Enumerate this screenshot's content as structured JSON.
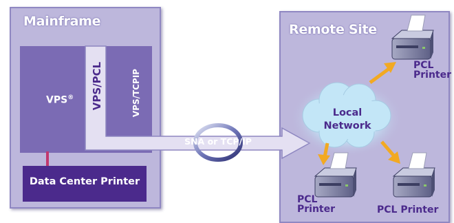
{
  "mainframe": {
    "title": "Mainframe",
    "vps_label": "VPS",
    "vps_mark": "®",
    "vps_pcl_label": "VPS/PCL",
    "vps_tcpip_label": "VPS/TCPIP",
    "printer_label": "Data Center Printer"
  },
  "link": {
    "label": "SNA or TCP/IP"
  },
  "remote": {
    "title": "Remote Site",
    "network_line1": "Local",
    "network_line2": "Network",
    "printers": [
      {
        "line1": "PCL",
        "line2": "Printer"
      },
      {
        "line1": "PCL",
        "line2": "Printer"
      },
      {
        "line1": "PCL Printer",
        "line2": ""
      }
    ]
  },
  "colors": {
    "panel": "#bdb7dc",
    "panel_border": "#8f87c2",
    "vps_block": "#7b6bb4",
    "printer_block": "#4b2a8c",
    "text_dark": "#4b2a8c",
    "arrow_orange": "#f2a922",
    "connector": "#c2386f"
  },
  "icons": [
    "printer-icon",
    "cloud-icon",
    "ring-icon",
    "arrow-icon"
  ]
}
